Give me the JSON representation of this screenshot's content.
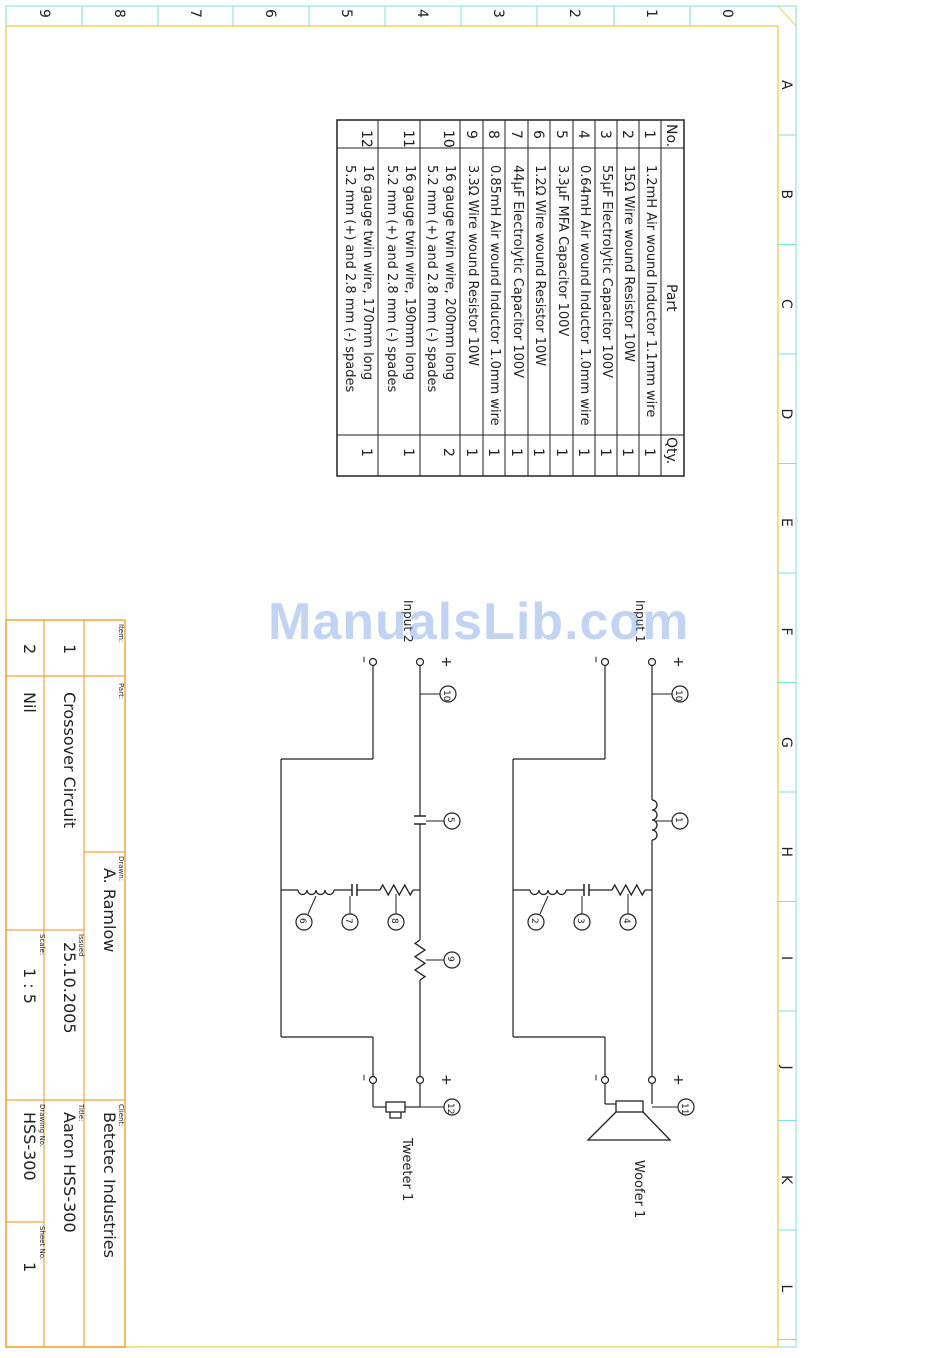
{
  "frame": {
    "top_numbers": [
      "9",
      "8",
      "7",
      "6",
      "5",
      "4",
      "3",
      "2",
      "1",
      "0"
    ],
    "right_letters": [
      "A",
      "B",
      "C",
      "D",
      "E",
      "F",
      "G",
      "H",
      "I",
      "J",
      "K",
      "L"
    ],
    "border_color": "#f2d36a",
    "grid_color": "#7fe0e0"
  },
  "parts_table": {
    "headers": {
      "no": "No.",
      "part": "Part",
      "qty": "Qty."
    },
    "rows": [
      {
        "no": "1",
        "part": [
          "1.2mH Air wound Inductor 1.1mm wire"
        ],
        "qty": "1"
      },
      {
        "no": "2",
        "part": [
          "15Ω Wire wound Resistor 10W"
        ],
        "qty": "1"
      },
      {
        "no": "3",
        "part": [
          "55μF Electrolytic Capacitor 100V"
        ],
        "qty": "1"
      },
      {
        "no": "4",
        "part": [
          "0.64mH Air wound Inductor 1.0mm wire"
        ],
        "qty": "1"
      },
      {
        "no": "5",
        "part": [
          "3.3μF MFA Capacitor 100V"
        ],
        "qty": "1"
      },
      {
        "no": "6",
        "part": [
          "1.2Ω Wire wound Resistor 10W"
        ],
        "qty": "1"
      },
      {
        "no": "7",
        "part": [
          "44μF Electrolytic Capacitor 100V"
        ],
        "qty": "1"
      },
      {
        "no": "8",
        "part": [
          "0.85mH Air wound Inductor 1.0mm wire"
        ],
        "qty": "1"
      },
      {
        "no": "9",
        "part": [
          "3.3Ω Wire wound Resistor 10W"
        ],
        "qty": "1"
      },
      {
        "no": "10",
        "part": [
          "16 gauge twin wire, 200mm long",
          "5.2 mm (+) and 2.8 mm (-) spades"
        ],
        "qty": "2"
      },
      {
        "no": "11",
        "part": [
          "16 gauge twin wire, 190mm long",
          "5.2 mm (+) and 2.8 mm (-) spades"
        ],
        "qty": "1"
      },
      {
        "no": "12",
        "part": [
          "16 gauge twin wire, 170mm long",
          "5.2 mm (+) and 2.8 mm (-) spades"
        ],
        "qty": "1"
      }
    ]
  },
  "schematic": {
    "input1_label": "Input 1",
    "input2_label": "Input 2",
    "woofer_label": "Woofer 1",
    "tweeter_label": "Tweeter 1",
    "plus": "+",
    "minus": "–",
    "balloons_woofer": [
      "10",
      "1",
      "4",
      "3",
      "2",
      "11"
    ],
    "balloons_tweeter": [
      "10",
      "5",
      "8",
      "7",
      "6",
      "9",
      "12"
    ]
  },
  "title_block": {
    "item_header": "Item:",
    "part_header": "Part:",
    "drawn_header": "Drawn:",
    "drawn_value": "A. Ramlow",
    "client_header": "Client:",
    "client_value": "Betetec Industries",
    "issued_header": "Issued",
    "issued_value": "25.10.2005",
    "title_header": "Title:",
    "title_value": "Aaron HSS-300",
    "scale_header": "Scale:",
    "scale_value": "1 : 5",
    "drawing_no_header": "Drawing No.",
    "drawing_no_value": "HSS-300",
    "sheet_no_header": "Sheet No.",
    "sheet_no_value": "1",
    "items": [
      {
        "item": "1",
        "part": "Crossover Circuit"
      },
      {
        "item": "2",
        "part": "Nil"
      }
    ]
  },
  "watermark": "ManualsLib.com"
}
